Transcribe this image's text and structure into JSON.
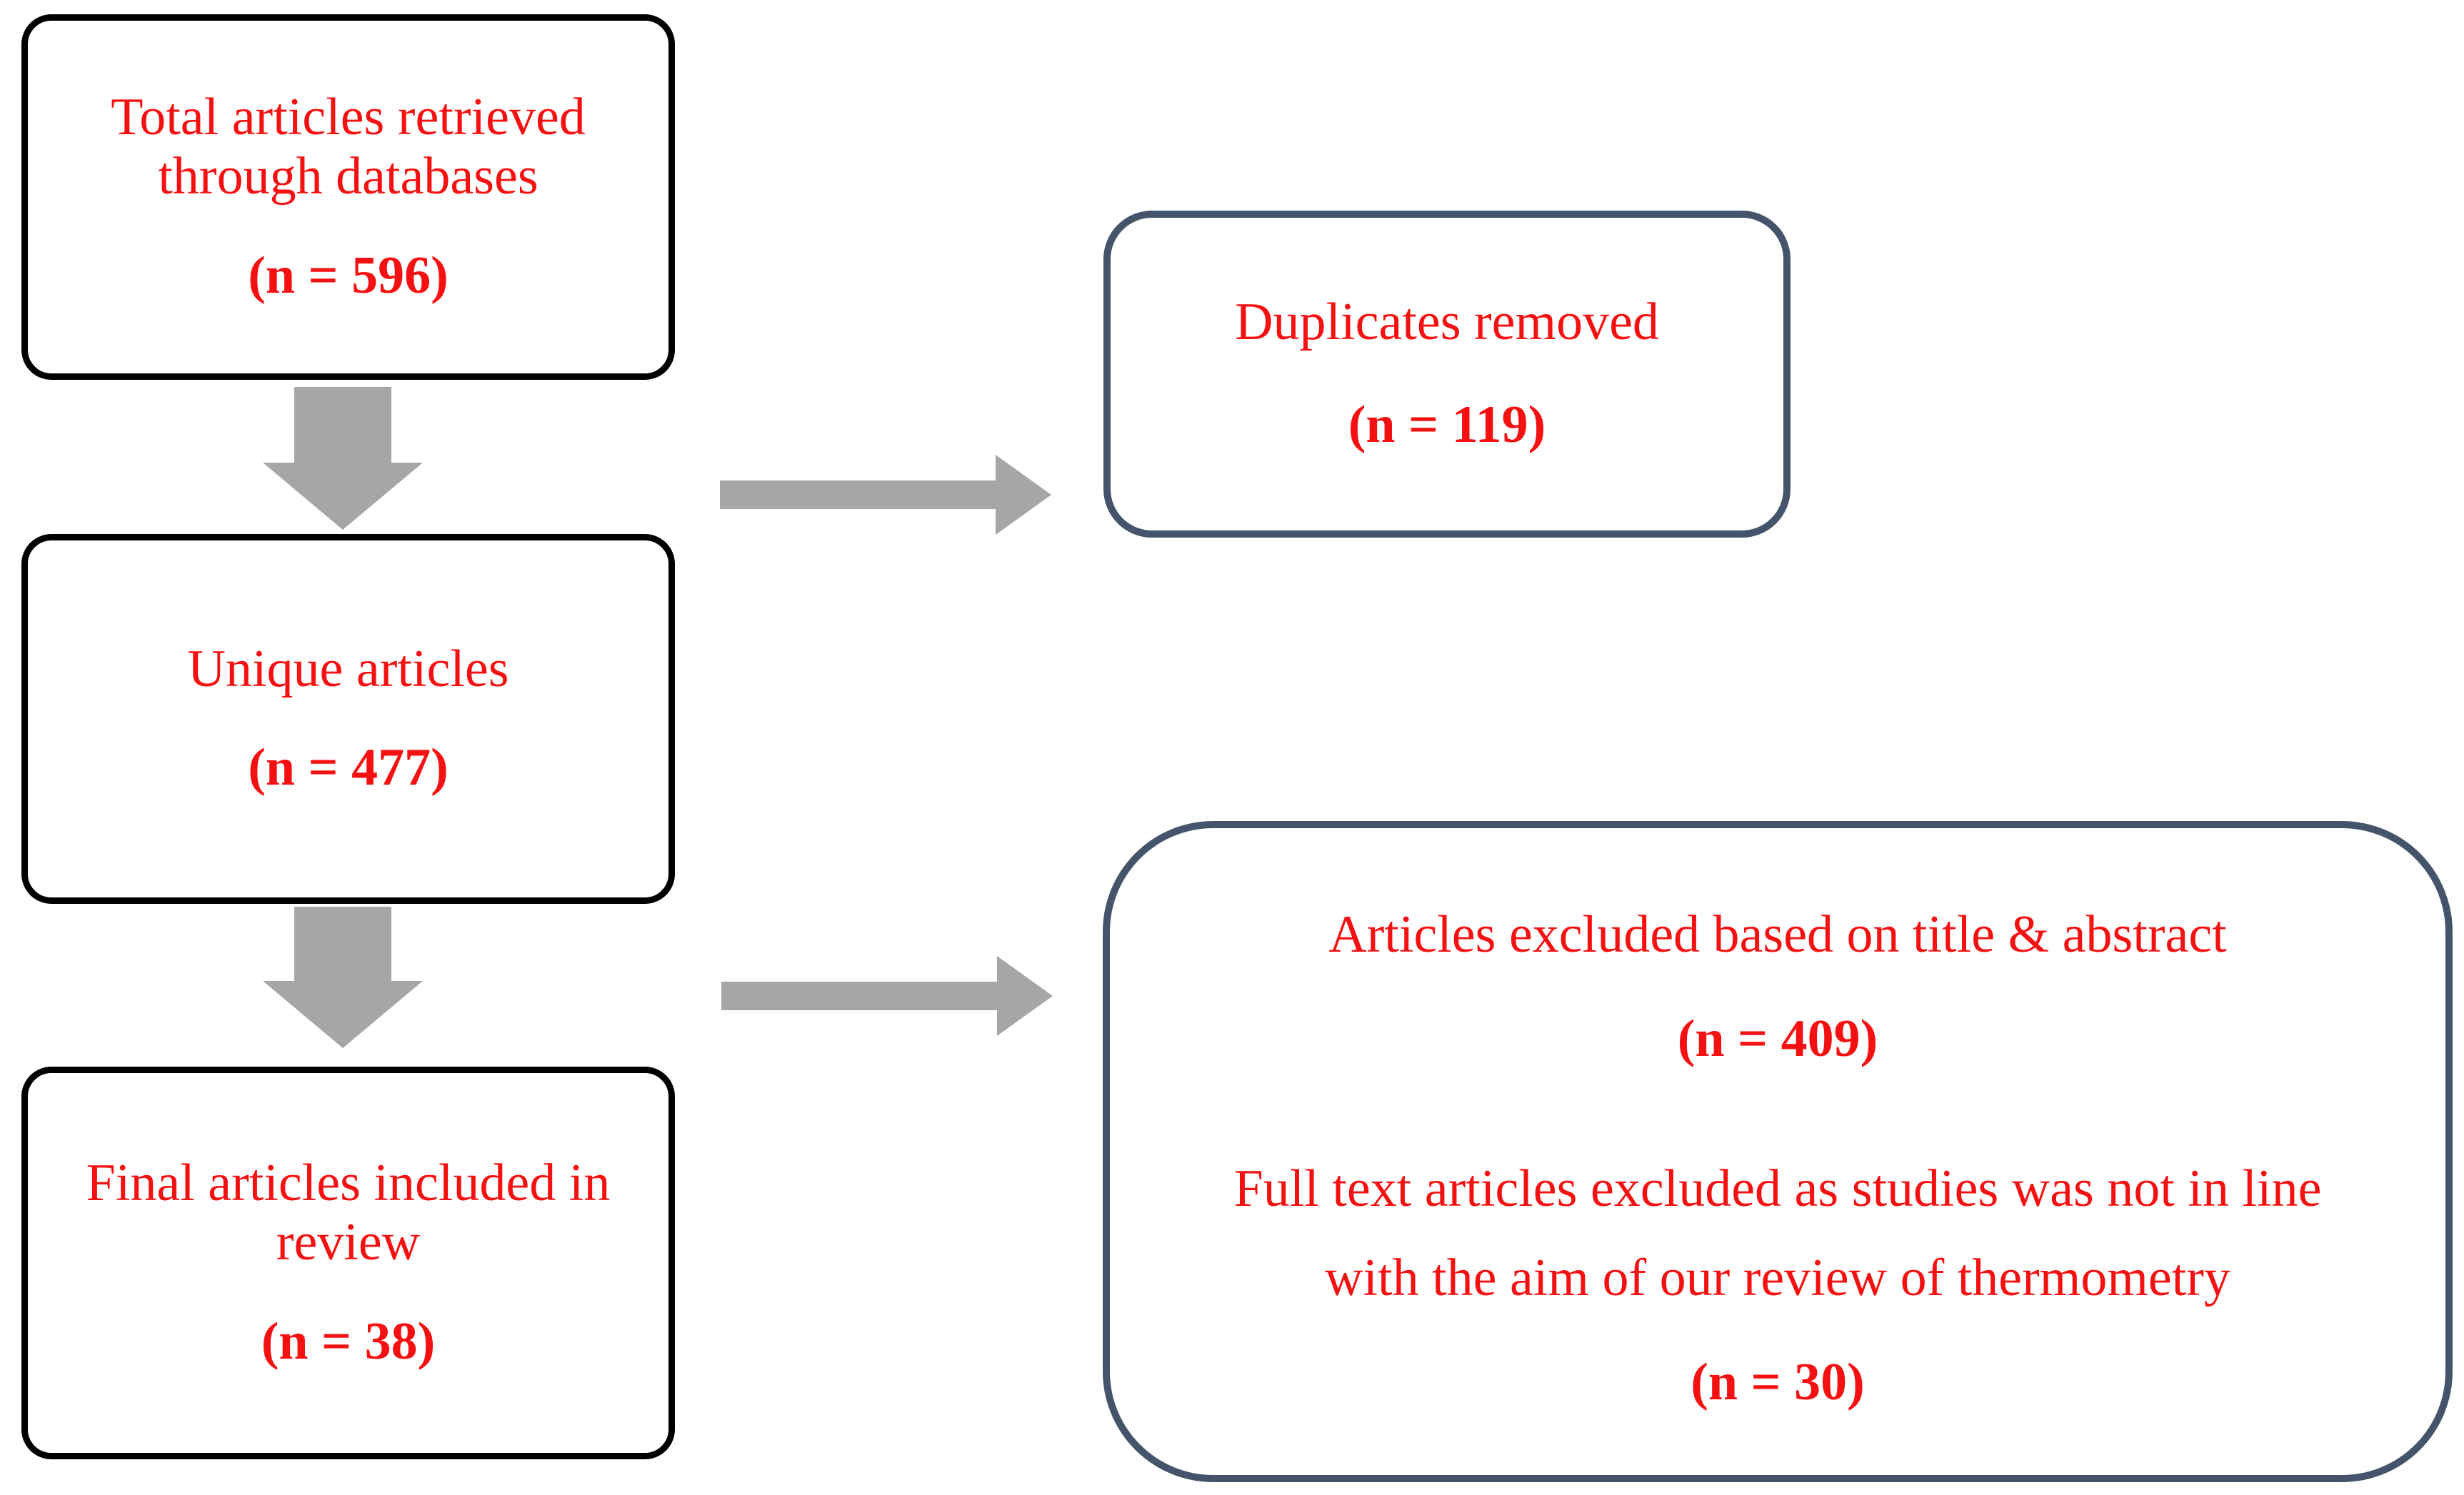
{
  "palette": {
    "text_red": "#f51111",
    "black_box_border": "#000000",
    "blue_box_border": "#44546A",
    "arrow_gray": "#A6A6A6",
    "background": "#ffffff"
  },
  "boxes": {
    "total": {
      "label": "Total articles retrieved through databases",
      "count": "(n = 596)"
    },
    "unique": {
      "label": "Unique articles",
      "count": "(n = 477)"
    },
    "final": {
      "label": "Final articles included in review",
      "count": "(n = 38)"
    },
    "duplicates": {
      "label": "Duplicates removed",
      "count": "(n = 119)"
    },
    "excluded": {
      "title_section": {
        "label": "Articles excluded based on title & abstract",
        "count": "(n = 409)"
      },
      "fulltext_section": {
        "label": "Full text articles excluded as studies was not in line with the aim of our review of thermometry",
        "count": "(n = 30)"
      }
    }
  }
}
